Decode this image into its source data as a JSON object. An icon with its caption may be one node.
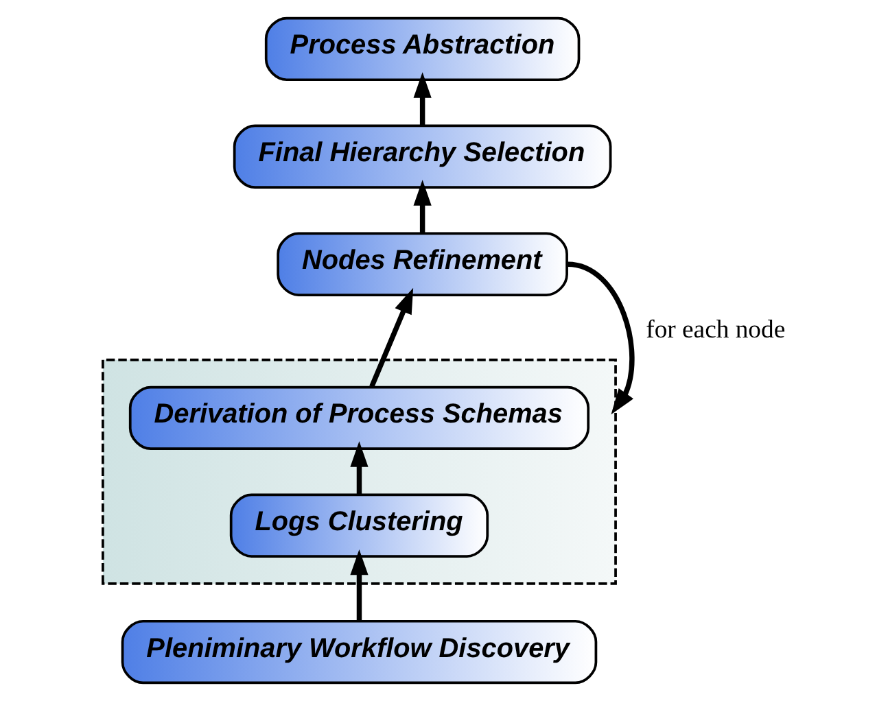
{
  "diagram": {
    "nodes": [
      {
        "text": [
          "Process Abstraction"
        ]
      },
      {
        "text": [
          "Final Hierarchy Selection"
        ]
      },
      {
        "text": [
          "Nodes Refinement"
        ]
      },
      {
        "text": [],
        "shape": "box"
      },
      {
        "text": [
          "Derivation of Process Schemas"
        ],
        "in": 3
      },
      {
        "text": [
          "Logs Clustering"
        ],
        "in": 3
      },
      {
        "text": [
          "Pleniminary Workflow Discovery"
        ]
      }
    ],
    "edges": [
      {
        "from": 1,
        "to": 0,
        "arrow": "to"
      },
      {
        "from": 2,
        "to": 1,
        "arrow": "to"
      },
      {
        "from": 4,
        "to": 2,
        "arrow": "to"
      },
      {
        "from": 5,
        "to": 4,
        "arrow": "to"
      },
      {
        "from": 6,
        "to": 5,
        "arrow": "to"
      },
      {
        "from": 2,
        "to": 3,
        "arrow": "to",
        "label": "for each node"
      }
    ]
  }
}
